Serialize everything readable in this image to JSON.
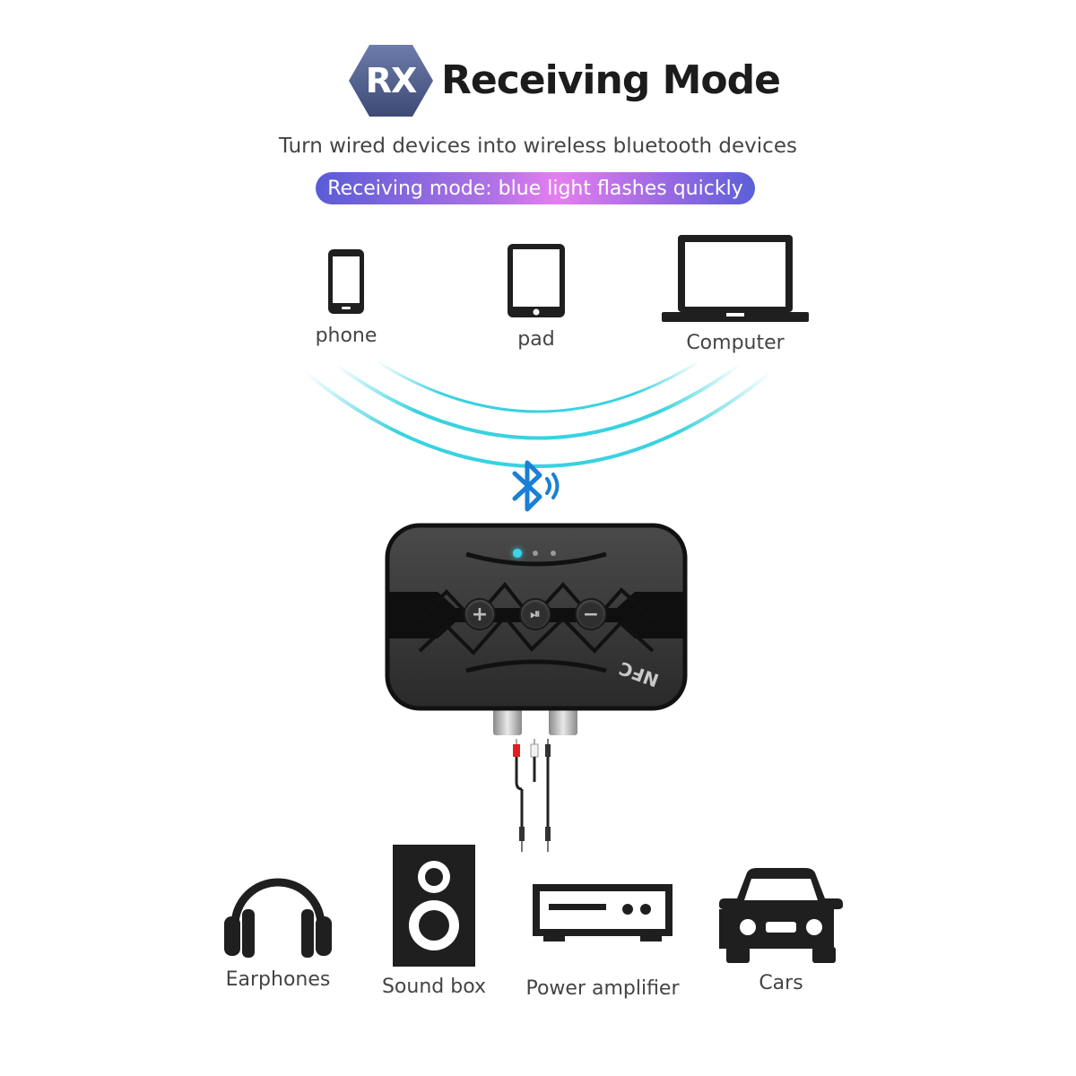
{
  "header": {
    "badge": "RX",
    "title": "Receiving Mode",
    "subtitle": "Turn wired devices into wireless bluetooth devices",
    "mode_pill": "Receiving mode: blue light flashes quickly"
  },
  "sources": [
    {
      "label": "phone",
      "icon": "phone-icon"
    },
    {
      "label": "pad",
      "icon": "tablet-icon"
    },
    {
      "label": "Computer",
      "icon": "laptop-icon"
    }
  ],
  "adapter": {
    "buttons": [
      "+",
      "⏯",
      "−"
    ],
    "nfc_label": "NFC",
    "led_color": "#38d6e8"
  },
  "outputs": [
    {
      "label": "Earphones",
      "icon": "headphones-icon"
    },
    {
      "label": "Sound box",
      "icon": "speaker-icon"
    },
    {
      "label": "Power amplifier",
      "icon": "amplifier-icon"
    },
    {
      "label": "Cars",
      "icon": "car-icon"
    }
  ],
  "colors": {
    "badge_hex": "#4a5a86",
    "wave": "#39d2e0",
    "bluetooth": "#1a7fd6",
    "icon": "#1f1f1f"
  }
}
